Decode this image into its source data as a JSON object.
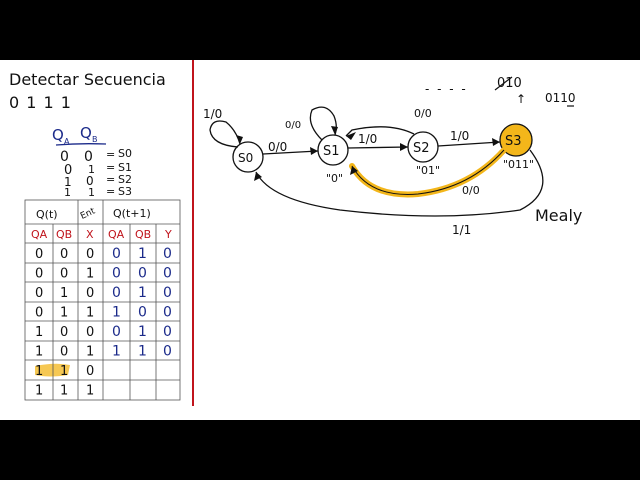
{
  "title": "Detectar Secuencia",
  "sequence": "0 1 1 1",
  "encoding": {
    "header_a": "Q",
    "header_a_sub": "A",
    "header_b": "Q",
    "header_b_sub": "B",
    "rows": [
      {
        "a": "0",
        "b": "0",
        "eq": "=",
        "state": "S0"
      },
      {
        "a": "0",
        "b": "1",
        "eq": "=",
        "state": "S1"
      },
      {
        "a": "1",
        "b": "0",
        "eq": "=",
        "state": "S2"
      },
      {
        "a": "1",
        "b": "1",
        "eq": "=",
        "state": "S3"
      }
    ]
  },
  "table": {
    "group_qt": "Q(t)",
    "group_ent": "Ent",
    "group_qt1": "Q(t+1)",
    "headers": [
      "QA",
      "QB",
      "X",
      "QA",
      "QB",
      "Y"
    ],
    "rows": [
      [
        "0",
        "0",
        "0",
        "0",
        "1",
        "0"
      ],
      [
        "0",
        "0",
        "1",
        "0",
        "0",
        "0"
      ],
      [
        "0",
        "1",
        "0",
        "0",
        "1",
        "0"
      ],
      [
        "0",
        "1",
        "1",
        "1",
        "0",
        "0"
      ],
      [
        "1",
        "0",
        "0",
        "0",
        "1",
        "0"
      ],
      [
        "1",
        "0",
        "1",
        "1",
        "1",
        "0"
      ],
      [
        "1",
        "1",
        "0",
        "",
        "",
        ""
      ],
      [
        "1",
        "1",
        "1",
        "",
        "",
        ""
      ]
    ]
  },
  "diagram": {
    "states": [
      {
        "id": "S0",
        "label": "S0",
        "note": ""
      },
      {
        "id": "S1",
        "label": "S1",
        "note": "\"0\""
      },
      {
        "id": "S2",
        "label": "S2",
        "note": "\"01\""
      },
      {
        "id": "S3",
        "label": "S3",
        "note": "\"011\""
      }
    ],
    "transitions": {
      "s0_loop": "1/0",
      "s1_loop": "0/0",
      "s0_s1": "0/0",
      "s1_s2": "1/0",
      "s2_s1": "0/0",
      "s2_s3": "1/0",
      "s3_s1": "0/0",
      "s3_s0": "1/1"
    },
    "note_dashes": "- - - -",
    "note_struck": "010",
    "note_arrow": "↑",
    "note_seq": "0110",
    "mealy": "Mealy"
  },
  "colors": {
    "highlight": "#f3b61a",
    "divider": "#c0141c",
    "blue_ink": "#1b2a8a",
    "red_ink": "#c0141c"
  }
}
